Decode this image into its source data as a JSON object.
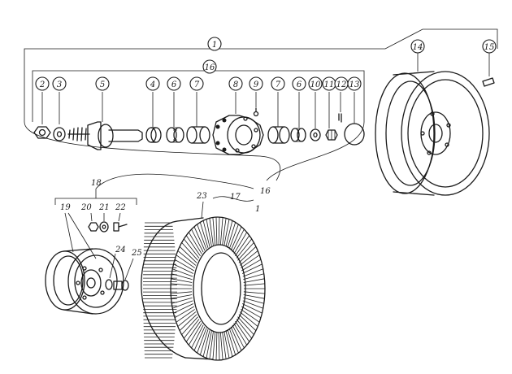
{
  "colors": {
    "ink": "#1a1a1a",
    "paper": "#ffffff"
  },
  "callouts": {
    "c1": "1",
    "c2": "2",
    "c3": "3",
    "c5": "5",
    "c4": "4",
    "c6a": "6",
    "c7a": "7",
    "c8": "8",
    "c9": "9",
    "c7b": "7",
    "c6b": "6",
    "c10": "10",
    "c11": "11",
    "c12": "12",
    "c13": "13",
    "c14": "14",
    "c15": "15",
    "c16a": "16",
    "c16b": "16",
    "c17": "17",
    "c1b": "1",
    "c18": "18",
    "c19": "19",
    "c20": "20",
    "c21": "21",
    "c22": "22",
    "c23": "23",
    "c24": "24",
    "c25": "25"
  }
}
